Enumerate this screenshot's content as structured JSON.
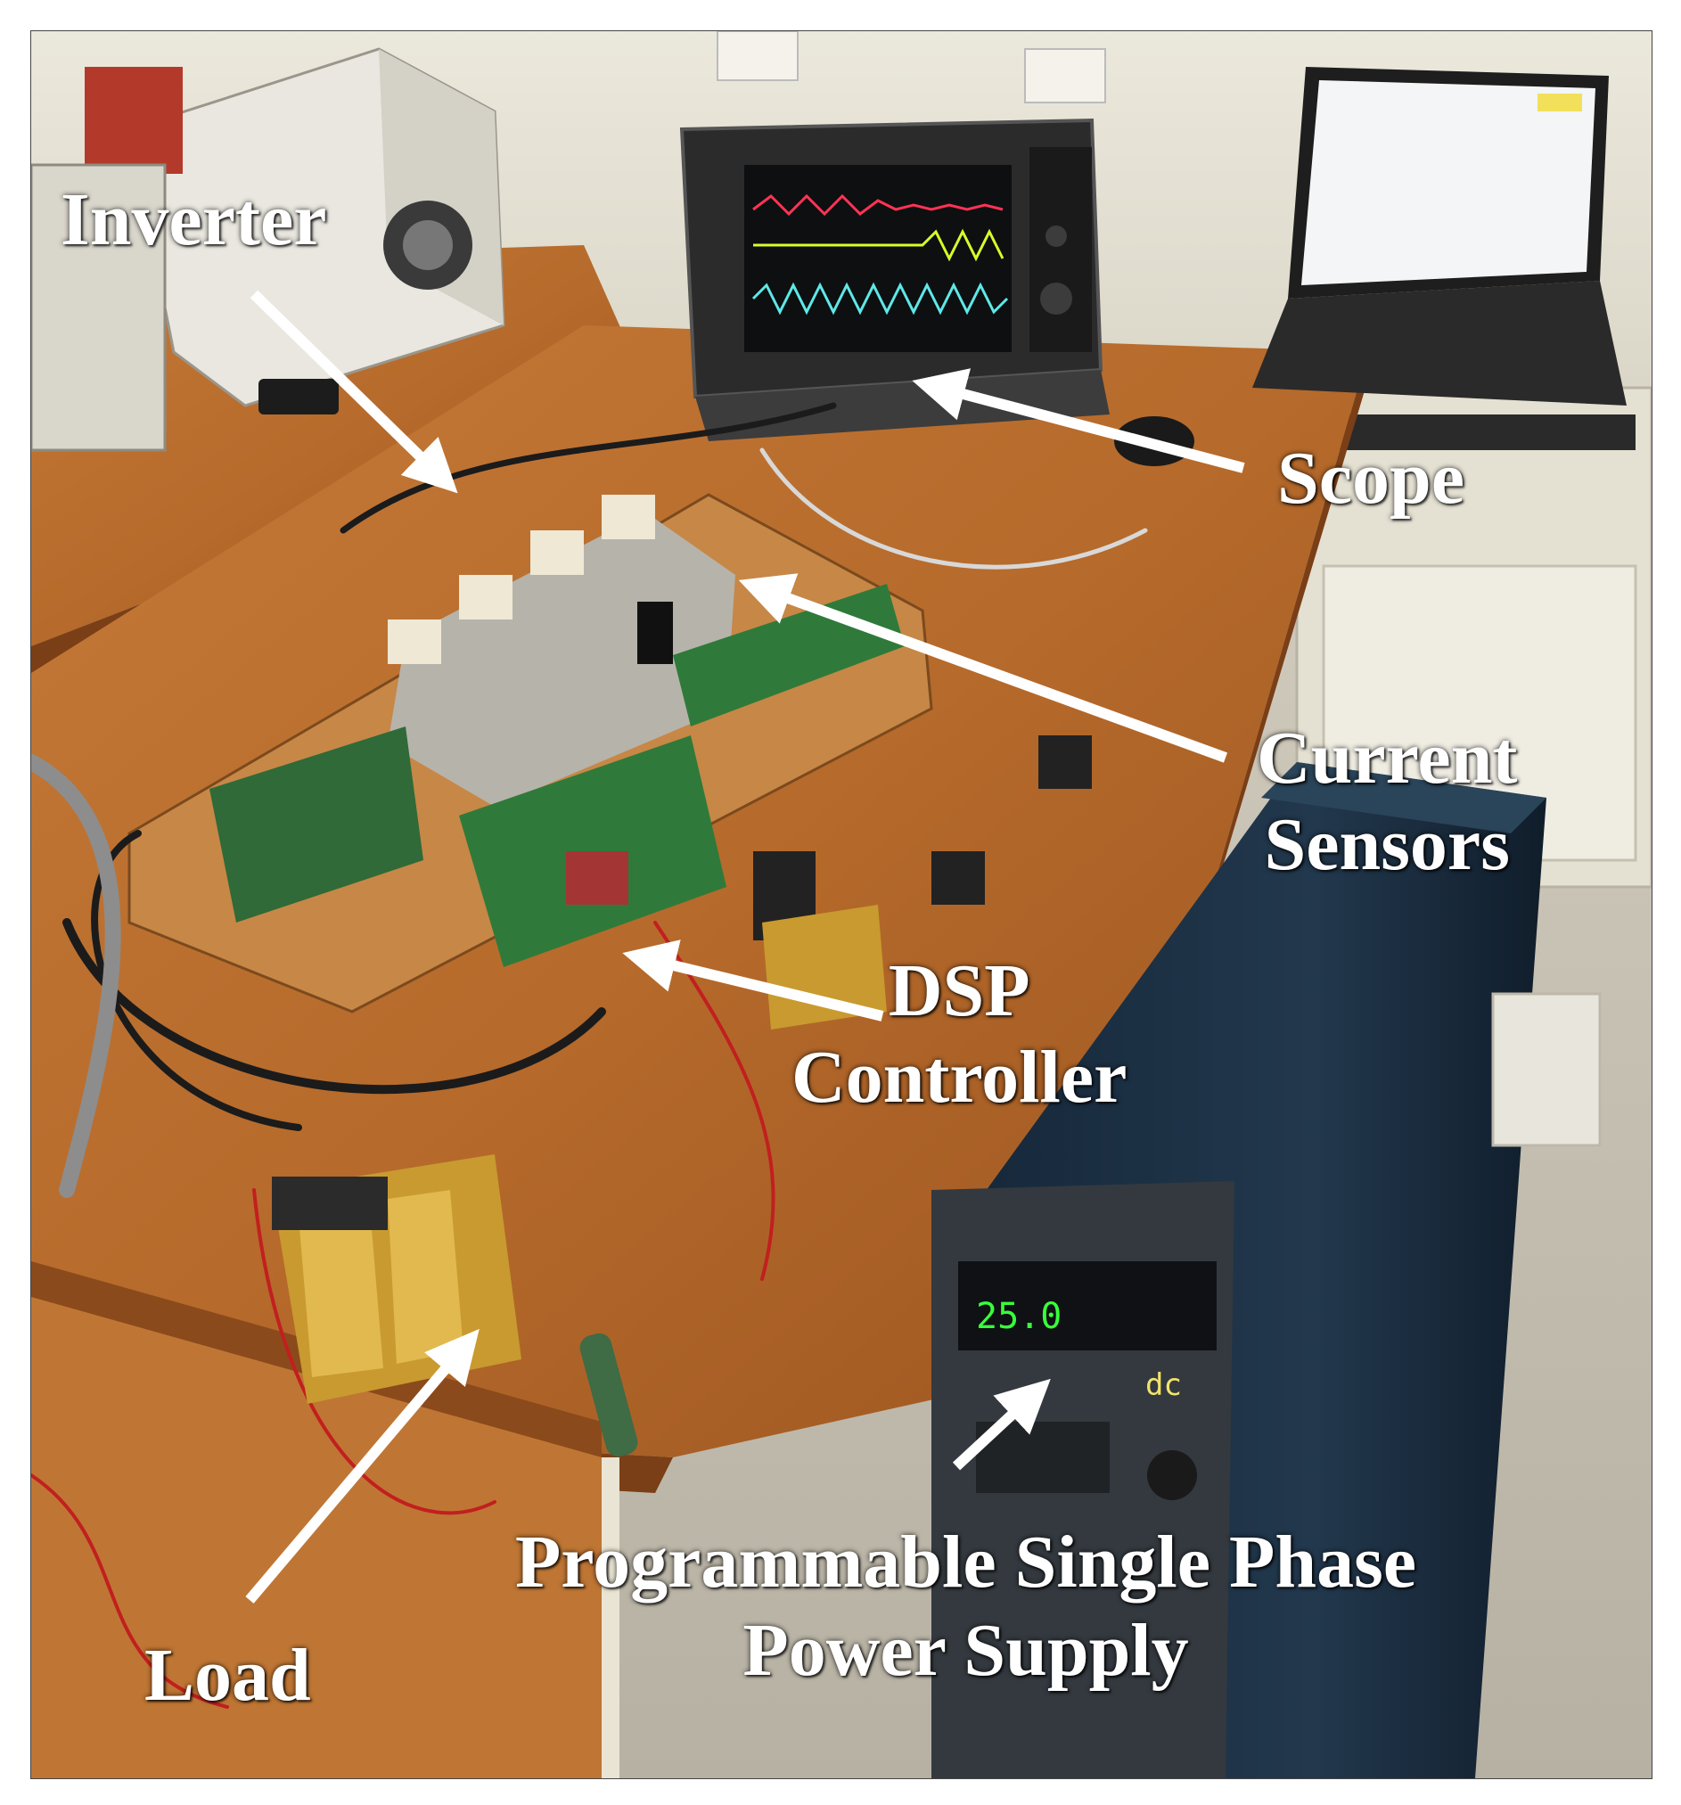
{
  "labels": {
    "inverter": "Inverter",
    "scope": "Scope",
    "current_sensors_line1": "Current",
    "current_sensors_line2": "Sensors",
    "dsp_controller_line1": "DSP",
    "dsp_controller_line2": "Controller",
    "power_supply_line1": "Programmable Single Phase",
    "power_supply_line2": "Power Supply",
    "load": "Load"
  },
  "power_supply_display": {
    "reading": "25.0",
    "mode": "dc"
  },
  "colors": {
    "label_text": "#ffffff",
    "arrow": "#ffffff",
    "table_wood": "#b9712f",
    "floor": "#c7c2b5",
    "wall": "#e9e6db",
    "power_supply_body": "#1e3346",
    "pcb_green": "#2f7a3a",
    "scope_trace_red": "#ff3355",
    "scope_trace_yellow": "#d6ff2a",
    "scope_trace_cyan": "#5fe8e8"
  }
}
